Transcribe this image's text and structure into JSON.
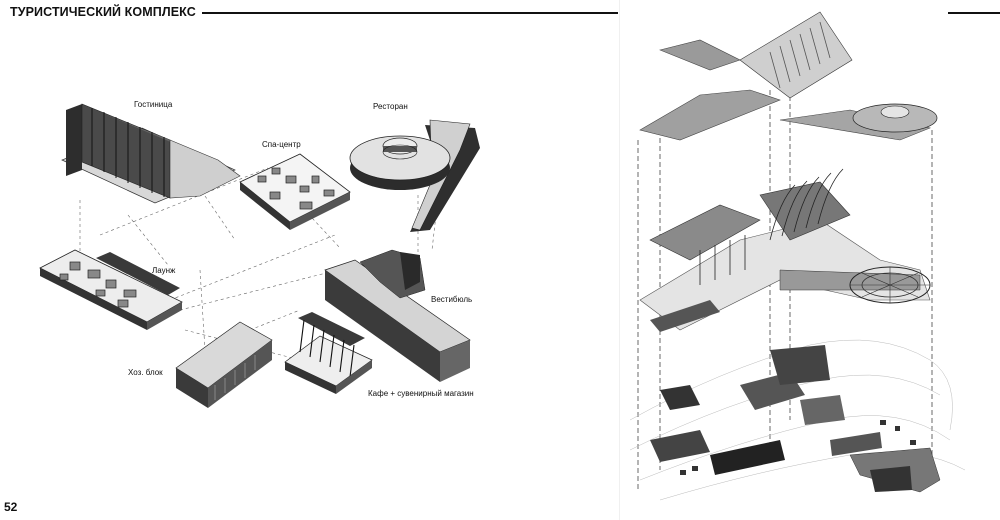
{
  "header": {
    "title": "ТУРИСТИЧЕСКИЙ КОМПЛЕКС"
  },
  "page_number": "52",
  "labels": {
    "hotel": "Гостиница",
    "spa": "Спа-центр",
    "restaurant": "Ресторан",
    "lounge": "Лаунж",
    "lobby": "Вестибюль",
    "utility": "Хоз. блок",
    "cafe": "Кафе + сувенирный магазин"
  }
}
